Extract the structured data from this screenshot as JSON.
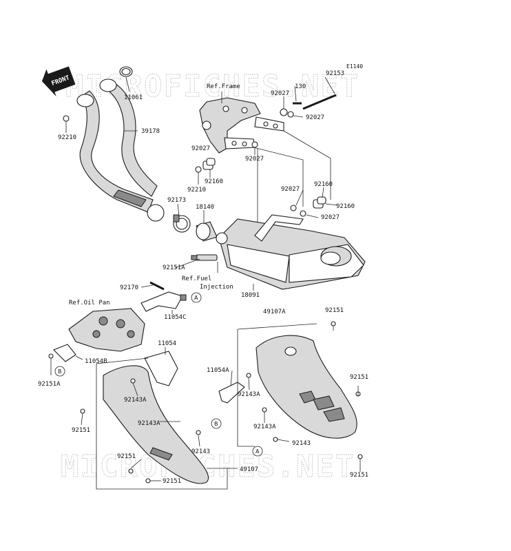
{
  "diagram_code": "E1140",
  "watermark": {
    "top": "MICROFICHES.NET",
    "bottom": "MICROFICHES.NET"
  },
  "front_arrow": "FRONT",
  "refs": {
    "frame": "Ref.Frame",
    "fuel_line1": "Ref.Fuel",
    "fuel_line2": "Injection",
    "oil_pan": "Ref.Oil Pan"
  },
  "callouts": {
    "a": "A",
    "b": "B"
  },
  "parts": {
    "p11061": "11061",
    "p92210_top": "92210",
    "p39178": "39178",
    "p92153": "92153",
    "p130": "130",
    "p92027_a": "92027",
    "p92027_b": "92027",
    "p92027_c": "92027",
    "p92027_d": "92027",
    "p92027_e": "92027",
    "p92027_f": "92027",
    "p92160_a": "92160",
    "p92160_b": "92160",
    "p92160_c": "92160",
    "p92210_mid": "92210",
    "p92173": "92173",
    "p18140": "18140",
    "p92151A_top": "92151A",
    "p92170": "92170",
    "p18091": "18091",
    "p11054C": "11054C",
    "p49107A": "49107A",
    "p92151_r1": "92151",
    "p11054": "11054",
    "p11054B": "11054B",
    "p92151A_left": "92151A",
    "p11054A": "11054A",
    "p92143A_l": "92143A",
    "p92143A_m": "92143A",
    "p92151_r2": "92151",
    "p92151_l1": "92151",
    "p92143A_c": "92143A",
    "p92143A_r": "92143A",
    "p92143_l": "92143",
    "p92143_r": "92143",
    "p92151_l2": "92151",
    "p49107": "49107",
    "p92151_l3": "92151",
    "p92151_r3": "92151"
  }
}
